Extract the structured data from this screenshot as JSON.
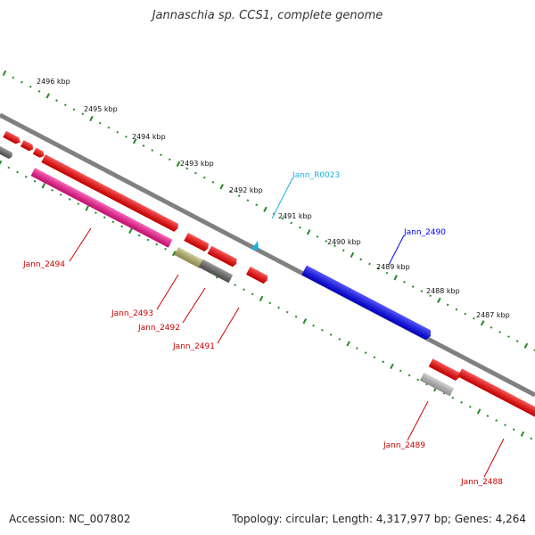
{
  "title": "Jannaschia sp. CCS1, complete genome",
  "footer": {
    "accession": "Accession: NC_007802",
    "summary": "Topology: circular; Length: 4,317,977 bp; Genes: 4,264"
  },
  "kbp_labels": [
    "2496 kbp",
    "2495 kbp",
    "2494 kbp",
    "2493 kbp",
    "2492 kbp",
    "2491 kbp",
    "2490 kbp",
    "2489 kbp",
    "2488 kbp",
    "2487 kbp"
  ],
  "genes": [
    {
      "label": "",
      "color": "#ff0000"
    },
    {
      "label": "",
      "color": "#ff0000"
    },
    {
      "label": "",
      "color": "#ff0000"
    },
    {
      "label": "",
      "color": "#666666"
    },
    {
      "label": "Jann_2494",
      "color": "#ff1493"
    },
    {
      "label": "",
      "color": "#ff0000"
    },
    {
      "label": "Jann_2493",
      "color": "#bdb76b"
    },
    {
      "label": "",
      "color": "#ff0000"
    },
    {
      "label": "Jann_2492",
      "color": "#666666"
    },
    {
      "label": "",
      "color": "#ff0000"
    },
    {
      "label": "Jann_2491",
      "color": "#ff0000"
    },
    {
      "label": "Jann_R0023",
      "color": "#1ab0e0"
    },
    {
      "label": "Jann_2490",
      "color": "#0000ff"
    },
    {
      "label": "",
      "color": "#ff0000"
    },
    {
      "label": "Jann_2489",
      "color": "#c0c0c0"
    },
    {
      "label": "Jann_2488",
      "color": "#ff0000"
    }
  ],
  "label_colors": {
    "forward": "#0000ff",
    "reverse": "#cc0000",
    "rna": "#1ab0e0"
  },
  "backbone_color": "#808080",
  "tick_color": "#228b22"
}
